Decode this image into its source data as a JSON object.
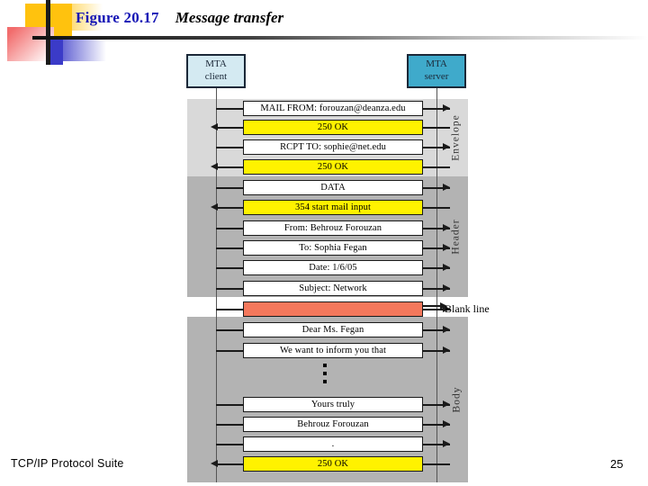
{
  "slide": {
    "title_number": "Figure 20.17",
    "title_caption": "Message transfer",
    "footer_left": "TCP/IP Protocol Suite",
    "page_number": "25"
  },
  "colors": {
    "figure_number": "#1515B5",
    "envelope_band": "#D9D9D9",
    "header_band": "#B3B3B3",
    "body_band": "#B3B3B3",
    "yellow_message": "#FFF200",
    "orange_message": "#F4785C",
    "mta_client_fill": "#D4EAF2",
    "mta_server_fill": "#3FAACB",
    "stroke": "#1a1a1a"
  },
  "diagram": {
    "actors": [
      {
        "id": "client",
        "line1": "MTA",
        "line2": "client"
      },
      {
        "id": "server",
        "line1": "MTA",
        "line2": "server"
      }
    ],
    "side_labels": {
      "envelope": "Envelope",
      "header": "Header",
      "blank_line": "Blank line",
      "body": "Body"
    },
    "messages": [
      {
        "text": "MAIL FROM: forouzan@deanza.edu",
        "fill": "white",
        "dir": "right",
        "section": "envelope"
      },
      {
        "text": "250 OK",
        "fill": "yellow",
        "dir": "left",
        "section": "envelope"
      },
      {
        "text": "RCPT TO: sophie@net.edu",
        "fill": "white",
        "dir": "right",
        "section": "envelope"
      },
      {
        "text": "250 OK",
        "fill": "yellow",
        "dir": "left",
        "section": "envelope"
      },
      {
        "text": "DATA",
        "fill": "white",
        "dir": "right",
        "section": "header"
      },
      {
        "text": "354 start mail input",
        "fill": "yellow",
        "dir": "left",
        "section": "header"
      },
      {
        "text": "From: Behrouz Forouzan",
        "fill": "white",
        "dir": "right",
        "section": "header"
      },
      {
        "text": "To: Sophia Fegan",
        "fill": "white",
        "dir": "right",
        "section": "header"
      },
      {
        "text": "Date: 1/6/05",
        "fill": "white",
        "dir": "right",
        "section": "header"
      },
      {
        "text": "Subject: Network",
        "fill": "white",
        "dir": "right",
        "section": "header"
      },
      {
        "text": "",
        "fill": "orange",
        "dir": "right",
        "section": "blank"
      },
      {
        "text": "Dear Ms. Fegan",
        "fill": "white",
        "dir": "right",
        "section": "body"
      },
      {
        "text": "We want to inform you that",
        "fill": "white",
        "dir": "right",
        "section": "body"
      },
      {
        "text": "Yours truly",
        "fill": "white",
        "dir": "right",
        "section": "body"
      },
      {
        "text": "Behrouz Forouzan",
        "fill": "white",
        "dir": "right",
        "section": "body"
      },
      {
        "text": ".",
        "fill": "white",
        "dir": "right",
        "section": "body"
      },
      {
        "text": "250 OK",
        "fill": "yellow",
        "dir": "left",
        "section": "body"
      }
    ]
  }
}
